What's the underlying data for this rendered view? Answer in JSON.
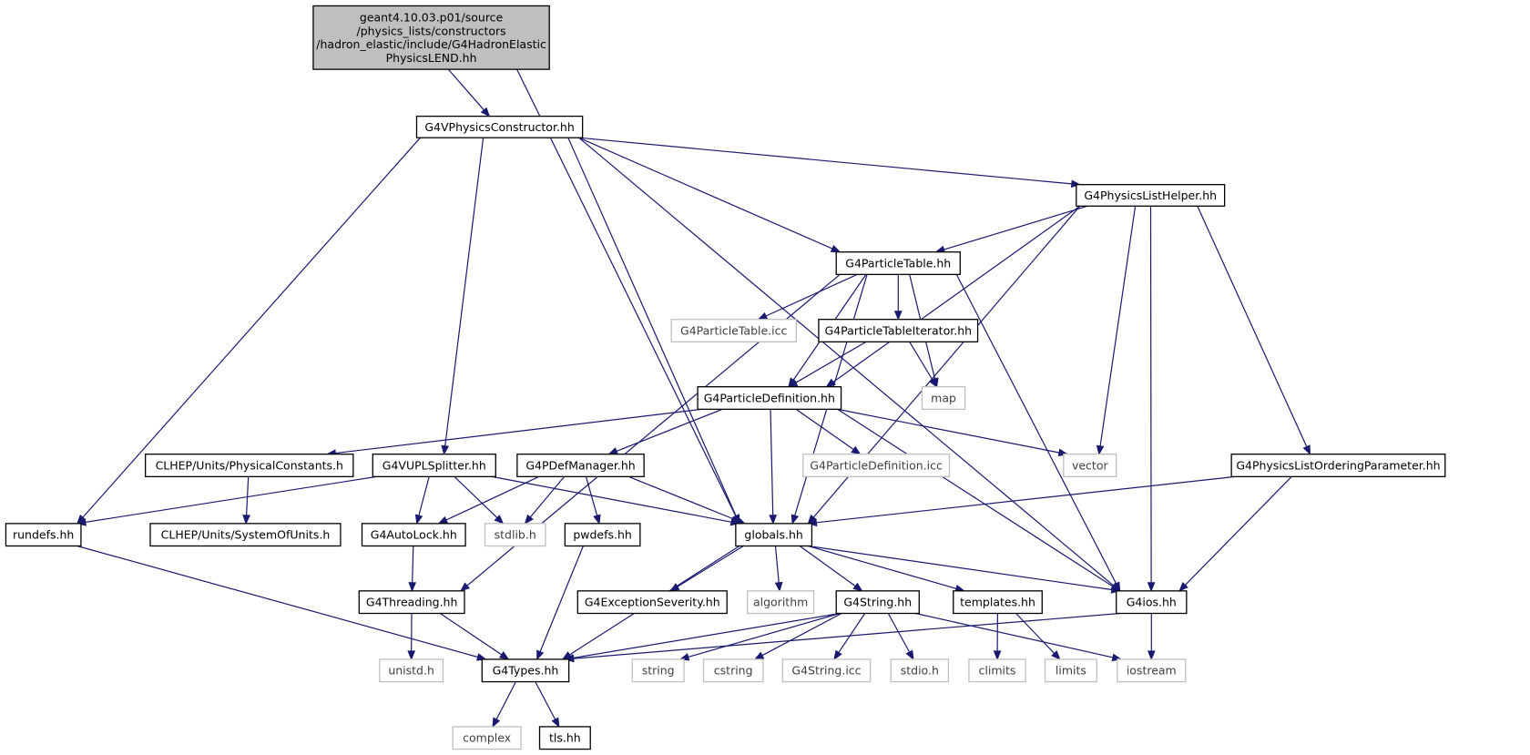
{
  "colors": {
    "edge": "#191970",
    "root_fill": "#bfbfbf",
    "node_border": "#000000",
    "external_border": "#bfbfbf",
    "external_text": "#404040"
  },
  "nodes": [
    {
      "id": "root",
      "lines": [
        "geant4.10.03.p01/source",
        "/physics_lists/constructors",
        "/hadron_elastic/include/G4HadronElastic",
        "PhysicsLEND.hh"
      ],
      "kind": "root"
    },
    {
      "id": "vpc",
      "lines": [
        "G4VPhysicsConstructor.hh"
      ],
      "kind": "file"
    },
    {
      "id": "plh",
      "lines": [
        "G4PhysicsListHelper.hh"
      ],
      "kind": "file"
    },
    {
      "id": "ptable",
      "lines": [
        "G4ParticleTable.hh"
      ],
      "kind": "file"
    },
    {
      "id": "ptable_icc",
      "lines": [
        "G4ParticleTable.icc"
      ],
      "kind": "external"
    },
    {
      "id": "ptiter",
      "lines": [
        "G4ParticleTableIterator.hh"
      ],
      "kind": "file"
    },
    {
      "id": "map",
      "lines": [
        "map"
      ],
      "kind": "external"
    },
    {
      "id": "pdef",
      "lines": [
        "G4ParticleDefinition.hh"
      ],
      "kind": "file"
    },
    {
      "id": "physconst",
      "lines": [
        "CLHEP/Units/PhysicalConstants.h"
      ],
      "kind": "file"
    },
    {
      "id": "vupl",
      "lines": [
        "G4VUPLSplitter.hh"
      ],
      "kind": "file"
    },
    {
      "id": "pdefmgr",
      "lines": [
        "G4PDefManager.hh"
      ],
      "kind": "file"
    },
    {
      "id": "pdef_icc",
      "lines": [
        "G4ParticleDefinition.icc"
      ],
      "kind": "external"
    },
    {
      "id": "vector",
      "lines": [
        "vector"
      ],
      "kind": "external"
    },
    {
      "id": "ordpar",
      "lines": [
        "G4PhysicsListOrderingParameter.hh"
      ],
      "kind": "file"
    },
    {
      "id": "rundefs",
      "lines": [
        "rundefs.hh"
      ],
      "kind": "file"
    },
    {
      "id": "sysunits",
      "lines": [
        "CLHEP/Units/SystemOfUnits.h"
      ],
      "kind": "file"
    },
    {
      "id": "autolock",
      "lines": [
        "G4AutoLock.hh"
      ],
      "kind": "file"
    },
    {
      "id": "stdlib",
      "lines": [
        "stdlib.h"
      ],
      "kind": "external"
    },
    {
      "id": "pwdefs",
      "lines": [
        "pwdefs.hh"
      ],
      "kind": "file"
    },
    {
      "id": "globals",
      "lines": [
        "globals.hh"
      ],
      "kind": "file"
    },
    {
      "id": "threading",
      "lines": [
        "G4Threading.hh"
      ],
      "kind": "file"
    },
    {
      "id": "excsev",
      "lines": [
        "G4ExceptionSeverity.hh"
      ],
      "kind": "file"
    },
    {
      "id": "algorithm",
      "lines": [
        "algorithm"
      ],
      "kind": "external"
    },
    {
      "id": "g4string",
      "lines": [
        "G4String.hh"
      ],
      "kind": "file"
    },
    {
      "id": "templates",
      "lines": [
        "templates.hh"
      ],
      "kind": "file"
    },
    {
      "id": "g4ios",
      "lines": [
        "G4ios.hh"
      ],
      "kind": "file"
    },
    {
      "id": "unistd",
      "lines": [
        "unistd.h"
      ],
      "kind": "external"
    },
    {
      "id": "types",
      "lines": [
        "G4Types.hh"
      ],
      "kind": "file"
    },
    {
      "id": "string",
      "lines": [
        "string"
      ],
      "kind": "external"
    },
    {
      "id": "cstring",
      "lines": [
        "cstring"
      ],
      "kind": "external"
    },
    {
      "id": "stricc",
      "lines": [
        "G4String.icc"
      ],
      "kind": "external"
    },
    {
      "id": "stdio",
      "lines": [
        "stdio.h"
      ],
      "kind": "external"
    },
    {
      "id": "climits",
      "lines": [
        "climits"
      ],
      "kind": "external"
    },
    {
      "id": "limits",
      "lines": [
        "limits"
      ],
      "kind": "external"
    },
    {
      "id": "iostream",
      "lines": [
        "iostream"
      ],
      "kind": "external"
    },
    {
      "id": "complex",
      "lines": [
        "complex"
      ],
      "kind": "external"
    },
    {
      "id": "tls",
      "lines": [
        "tls.hh"
      ],
      "kind": "file"
    }
  ],
  "edges": [
    [
      "root",
      "vpc"
    ],
    [
      "root",
      "globals"
    ],
    [
      "vpc",
      "plh"
    ],
    [
      "vpc",
      "ptable"
    ],
    [
      "vpc",
      "g4ios"
    ],
    [
      "vpc",
      "rundefs"
    ],
    [
      "vpc",
      "vupl"
    ],
    [
      "vpc",
      "globals"
    ],
    [
      "plh",
      "ptable"
    ],
    [
      "plh",
      "pdef"
    ],
    [
      "plh",
      "vector"
    ],
    [
      "plh",
      "globals"
    ],
    [
      "plh",
      "ordpar"
    ],
    [
      "plh",
      "g4ios"
    ],
    [
      "ptable",
      "pdef"
    ],
    [
      "ptable",
      "ptable_icc"
    ],
    [
      "ptable",
      "ptiter"
    ],
    [
      "ptable",
      "map"
    ],
    [
      "ptable",
      "threading"
    ],
    [
      "ptable",
      "globals"
    ],
    [
      "ptable",
      "g4ios"
    ],
    [
      "ptiter",
      "pdef"
    ],
    [
      "ptiter",
      "map"
    ],
    [
      "pdef",
      "physconst"
    ],
    [
      "pdef",
      "pdefmgr"
    ],
    [
      "pdef",
      "globals"
    ],
    [
      "pdef",
      "pdef_icc"
    ],
    [
      "pdef",
      "vector"
    ],
    [
      "pdef",
      "g4ios"
    ],
    [
      "physconst",
      "sysunits"
    ],
    [
      "vupl",
      "rundefs"
    ],
    [
      "vupl",
      "autolock"
    ],
    [
      "vupl",
      "stdlib"
    ],
    [
      "vupl",
      "globals"
    ],
    [
      "pdefmgr",
      "autolock"
    ],
    [
      "pdefmgr",
      "stdlib"
    ],
    [
      "pdefmgr",
      "pwdefs"
    ],
    [
      "pdefmgr",
      "globals"
    ],
    [
      "ordpar",
      "globals"
    ],
    [
      "ordpar",
      "g4ios"
    ],
    [
      "rundefs",
      "types"
    ],
    [
      "autolock",
      "threading"
    ],
    [
      "pwdefs",
      "types"
    ],
    [
      "globals",
      "types"
    ],
    [
      "globals",
      "excsev"
    ],
    [
      "globals",
      "algorithm"
    ],
    [
      "globals",
      "g4string"
    ],
    [
      "globals",
      "templates"
    ],
    [
      "globals",
      "g4ios"
    ],
    [
      "threading",
      "unistd"
    ],
    [
      "threading",
      "types"
    ],
    [
      "g4string",
      "types"
    ],
    [
      "g4string",
      "string"
    ],
    [
      "g4string",
      "cstring"
    ],
    [
      "g4string",
      "stricc"
    ],
    [
      "g4string",
      "stdio"
    ],
    [
      "g4string",
      "iostream"
    ],
    [
      "templates",
      "climits"
    ],
    [
      "templates",
      "limits"
    ],
    [
      "g4ios",
      "types"
    ],
    [
      "g4ios",
      "iostream"
    ],
    [
      "types",
      "complex"
    ],
    [
      "types",
      "tls"
    ]
  ]
}
